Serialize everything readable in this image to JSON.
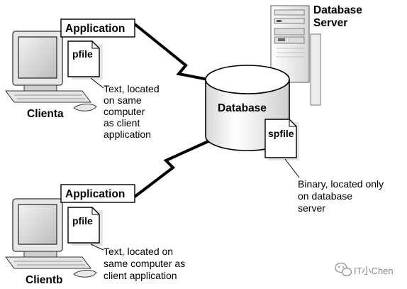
{
  "server": {
    "title_line1": "Database",
    "title_line2": "Server"
  },
  "database": {
    "label": "Database"
  },
  "spfile": {
    "label": "spfile",
    "note_lines": [
      "Binary, located only",
      "on database",
      "server"
    ]
  },
  "client_a": {
    "app_label": "Application",
    "pfile_label": "pfile",
    "computer_label": "Clienta",
    "note_lines": [
      "Text, located",
      "on same",
      "computer",
      "as client",
      "application"
    ]
  },
  "client_b": {
    "app_label": "Application",
    "pfile_label": "pfile",
    "computer_label": "Clientb",
    "note_lines": [
      "Text, located on",
      "same computer as",
      "client application"
    ]
  },
  "watermark": {
    "text": "IT小Chen"
  }
}
